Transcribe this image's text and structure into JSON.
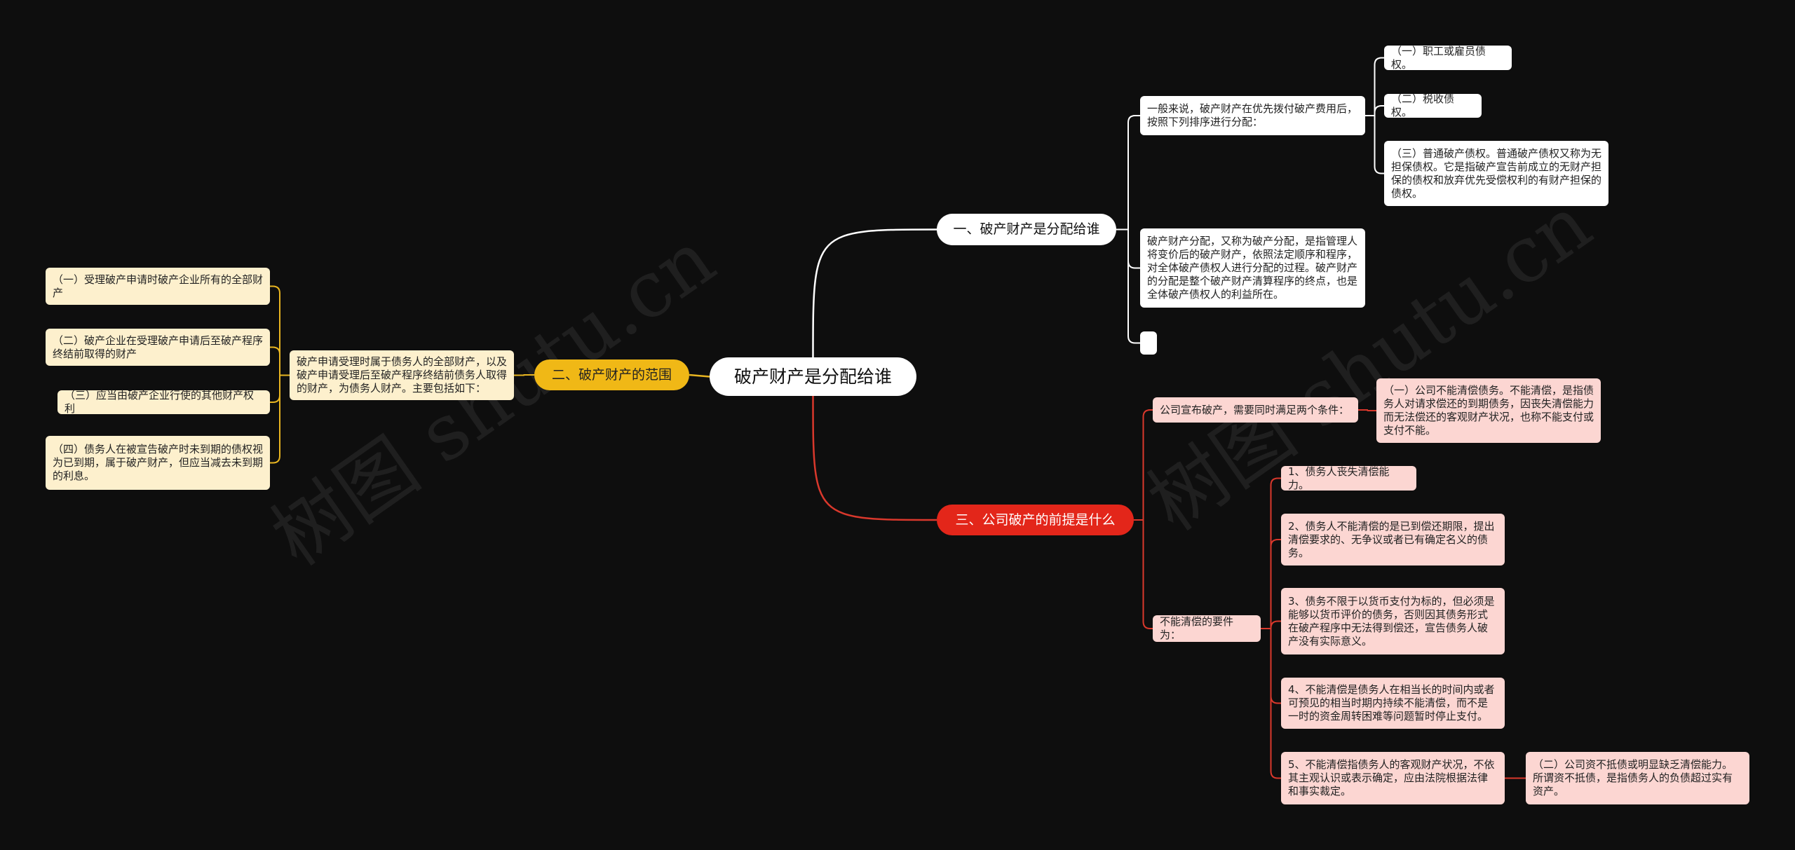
{
  "watermark": "树图 shutu.cn",
  "colors": {
    "branch1": "#ffffff",
    "branch2": "#e8b521",
    "branch3": "#d9382c"
  },
  "root": "破产财产是分配给谁",
  "b1": {
    "label": "一、破产财产是分配给谁",
    "c1": "一般来说，破产财产在优先拨付破产费用后，按照下列排序进行分配：",
    "c1a": "（一）职工或雇员债权。",
    "c1b": "（二）税收债权。",
    "c1c": "（三）普通破产债权。普通破产债权又称为无担保债权。它是指破产宣告前成立的无财产担保的债权和放弃优先受偿权利的有财产担保的债权。",
    "c2": "破产财产分配，又称为破产分配，是指管理人将变价后的破产财产，依照法定顺序和程序，对全体破产债权人进行分配的过程。破产财产的分配是整个破产财产清算程序的终点，也是全体破产债权人的利益所在。",
    "c3": ""
  },
  "b2": {
    "label": "二、破产财产的范围",
    "c1": "破产申请受理时属于债务人的全部财产，以及破产申请受理后至破产程序终结前债务人取得的财产，为债务人财产。主要包括如下：",
    "items": [
      "（一）受理破产申请时破产企业所有的全部财产",
      "（二）破产企业在受理破产申请后至破产程序终结前取得的财产",
      "（三）应当由破产企业行使的其他财产权利",
      "（四）债务人在被宣告破产时未到期的债权视为已到期，属于破产财产，但应当减去未到期的利息。"
    ]
  },
  "b3": {
    "label": "三、公司破产的前提是什么",
    "c1": "公司宣布破产，需要同时满足两个条件：",
    "c1a": "（一）公司不能清偿债务。不能清偿，是指债务人对请求偿还的到期债务，因丧失清偿能力而无法偿还的客观财产状况，也称不能支付或支付不能。",
    "c2": "不能清偿的要件为：",
    "items": [
      "1、债务人丧失清偿能力。",
      "2、债务人不能清偿的是已到偿还期限，提出清偿要求的、无争议或者已有确定名义的债务。",
      "3、债务不限于以货币支付为标的，但必须是能够以货币评价的债务，否则因其债务形式在破产程序中无法得到偿还，宣告债务人破产没有实际意义。",
      "4、不能清偿是债务人在相当长的时间内或者可预见的相当时期内持续不能清偿，而不是一时的资金周转困难等问题暂时停止支付。",
      "5、不能清偿指债务人的客观财产状况，不依其主观认识或表示确定，应由法院根据法律和事实裁定。"
    ],
    "item5child": "（二）公司资不抵债或明显缺乏清偿能力。所谓资不抵债，是指债务人的负债超过实有资产。"
  }
}
